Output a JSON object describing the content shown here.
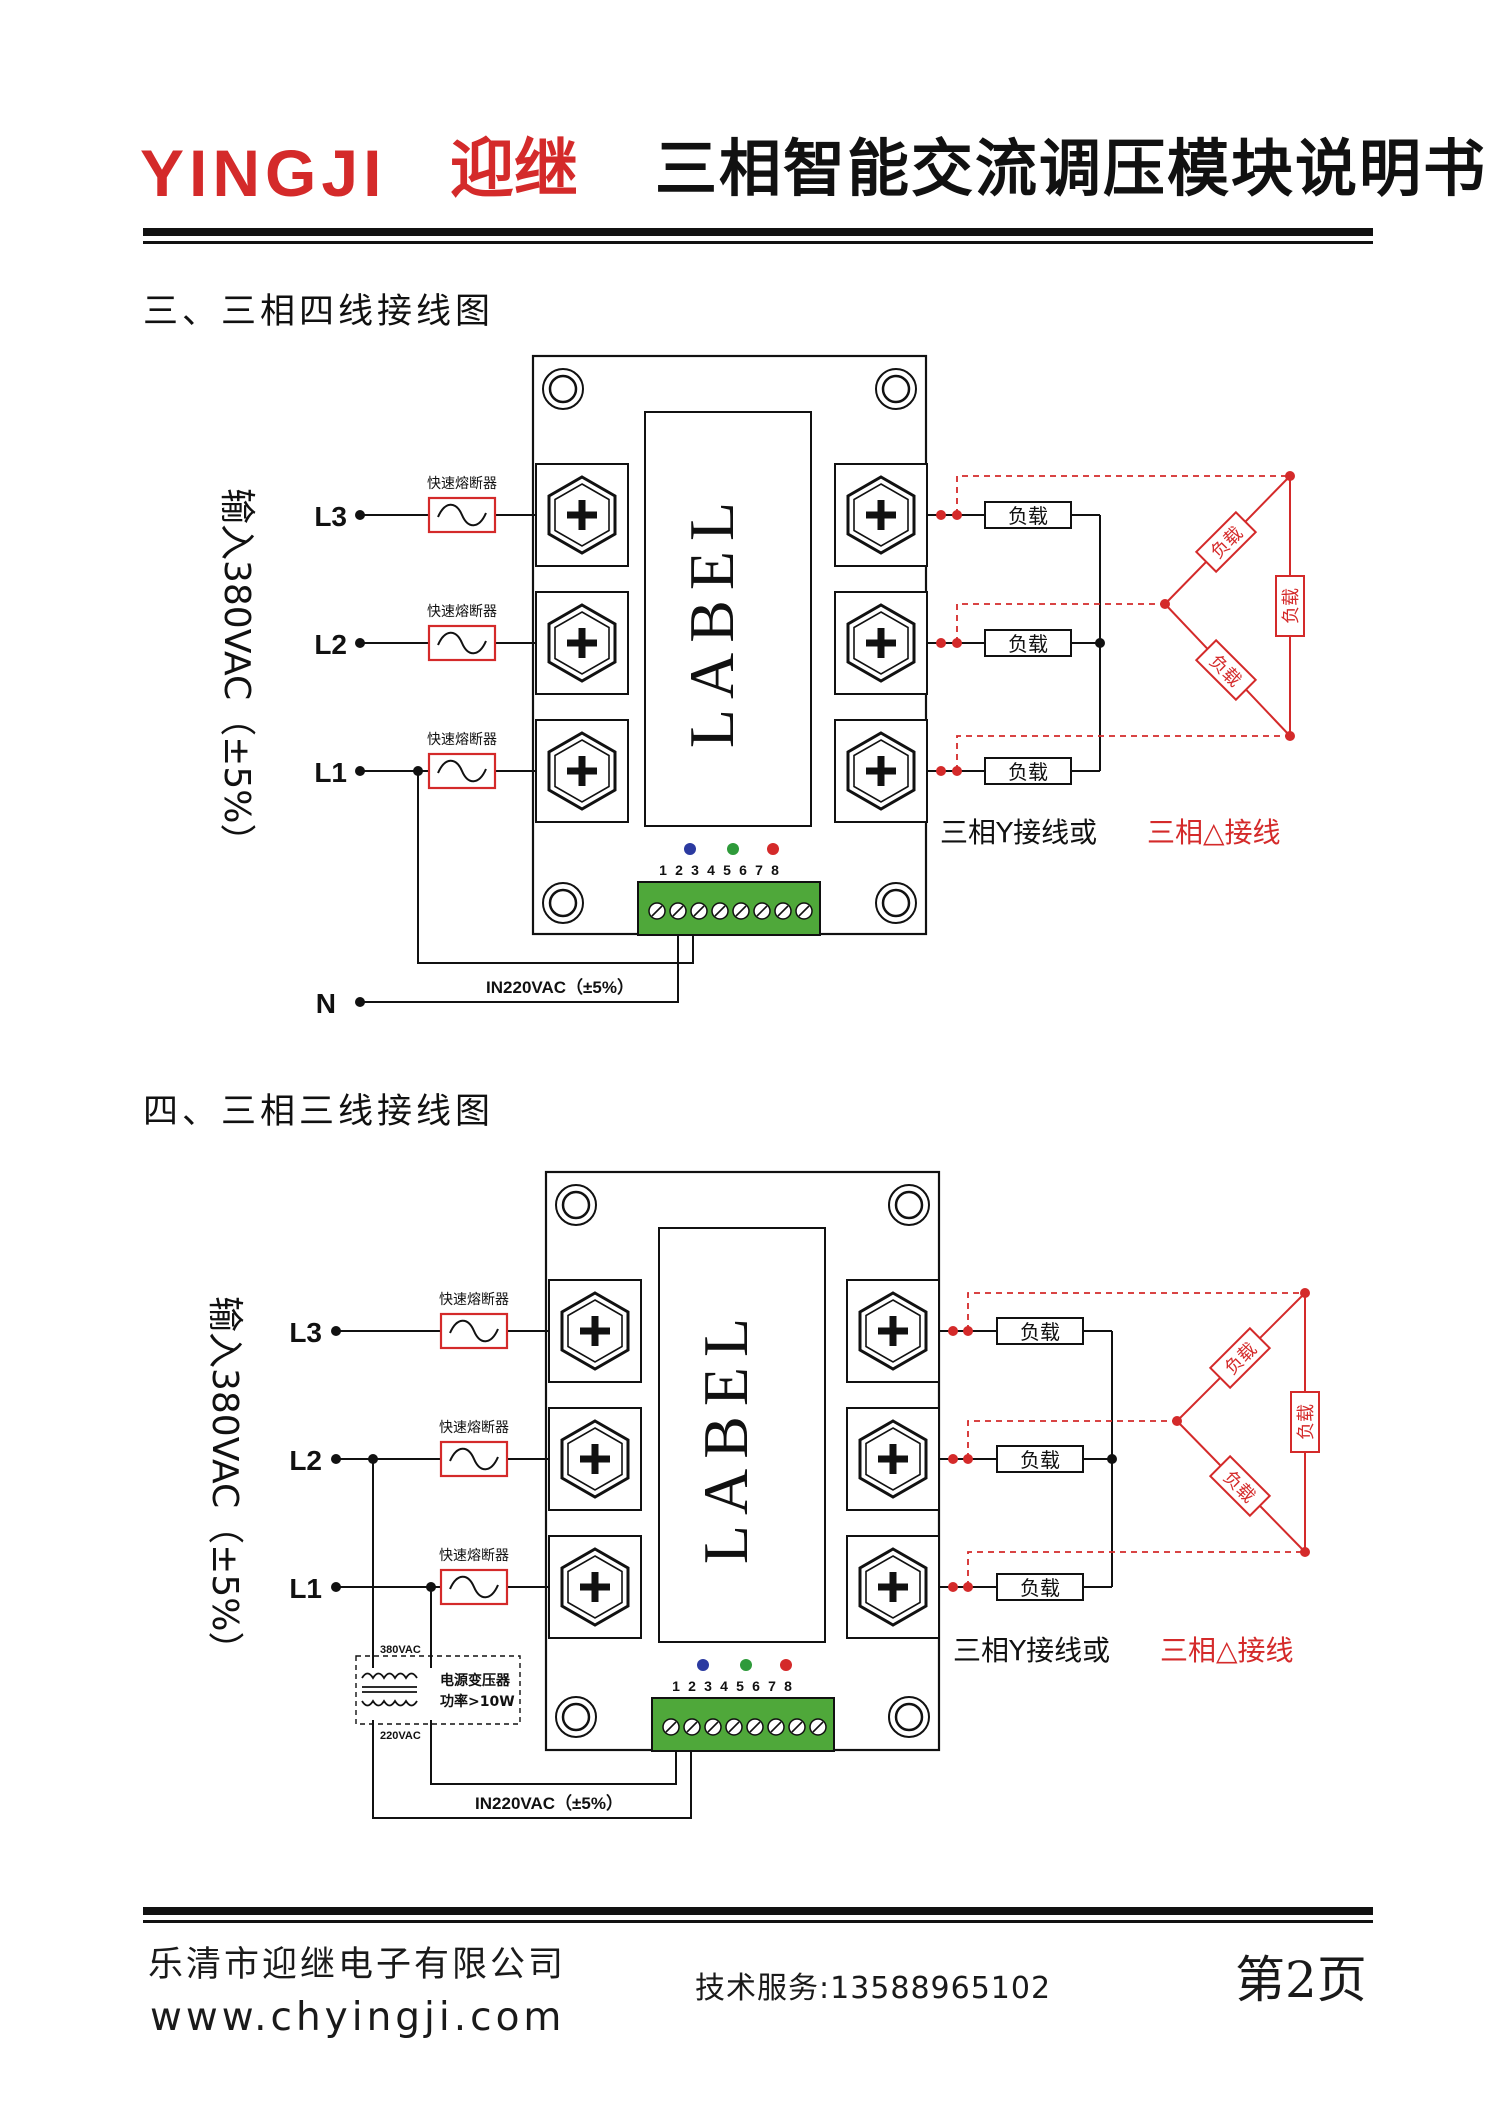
{
  "header": {
    "logo_en": "YINGJI",
    "logo_cn": "迎继",
    "title": "三相智能交流调压模块说明书"
  },
  "section3": {
    "title": "三、三相四线接线图",
    "input_label": "输入380VAC（±5%）",
    "phases": [
      "L3",
      "L2",
      "L1"
    ],
    "neutral": "N",
    "fuse_label": "快速熔断器",
    "module_label": "LABEL",
    "terminal_numbers": [
      "1",
      "2",
      "3",
      "4",
      "5",
      "6",
      "7",
      "8"
    ],
    "load_label": "负载",
    "supply_label": "IN220VAC（±5%）",
    "wiring_y": "三相Y接线或",
    "wiring_delta": "三相△接线"
  },
  "section4": {
    "title": "四、三相三线接线图",
    "input_label": "输入380VAC（±5%）",
    "phases": [
      "L3",
      "L2",
      "L1"
    ],
    "fuse_label": "快速熔断器",
    "module_label": "LABEL",
    "terminal_numbers": [
      "1",
      "2",
      "3",
      "4",
      "5",
      "6",
      "7",
      "8"
    ],
    "load_label": "负载",
    "supply_label": "IN220VAC（±5%）",
    "transformer_primary": "380VAC",
    "transformer_secondary": "220VAC",
    "transformer_name": "电源变压器",
    "transformer_power": "功率>10W",
    "wiring_y": "三相Y接线或",
    "wiring_delta": "三相△接线"
  },
  "footer": {
    "company": "乐清市迎继电子有限公司",
    "website": "www.chyingji.com",
    "support": "技术服务:13588965102",
    "page": "第2页"
  },
  "colors": {
    "brand_red": "#d42a2a",
    "terminal_green": "#4fa83a",
    "led_blue": "#2b3aa0",
    "led_green": "#2e9a3a",
    "led_red": "#d42a2a"
  }
}
